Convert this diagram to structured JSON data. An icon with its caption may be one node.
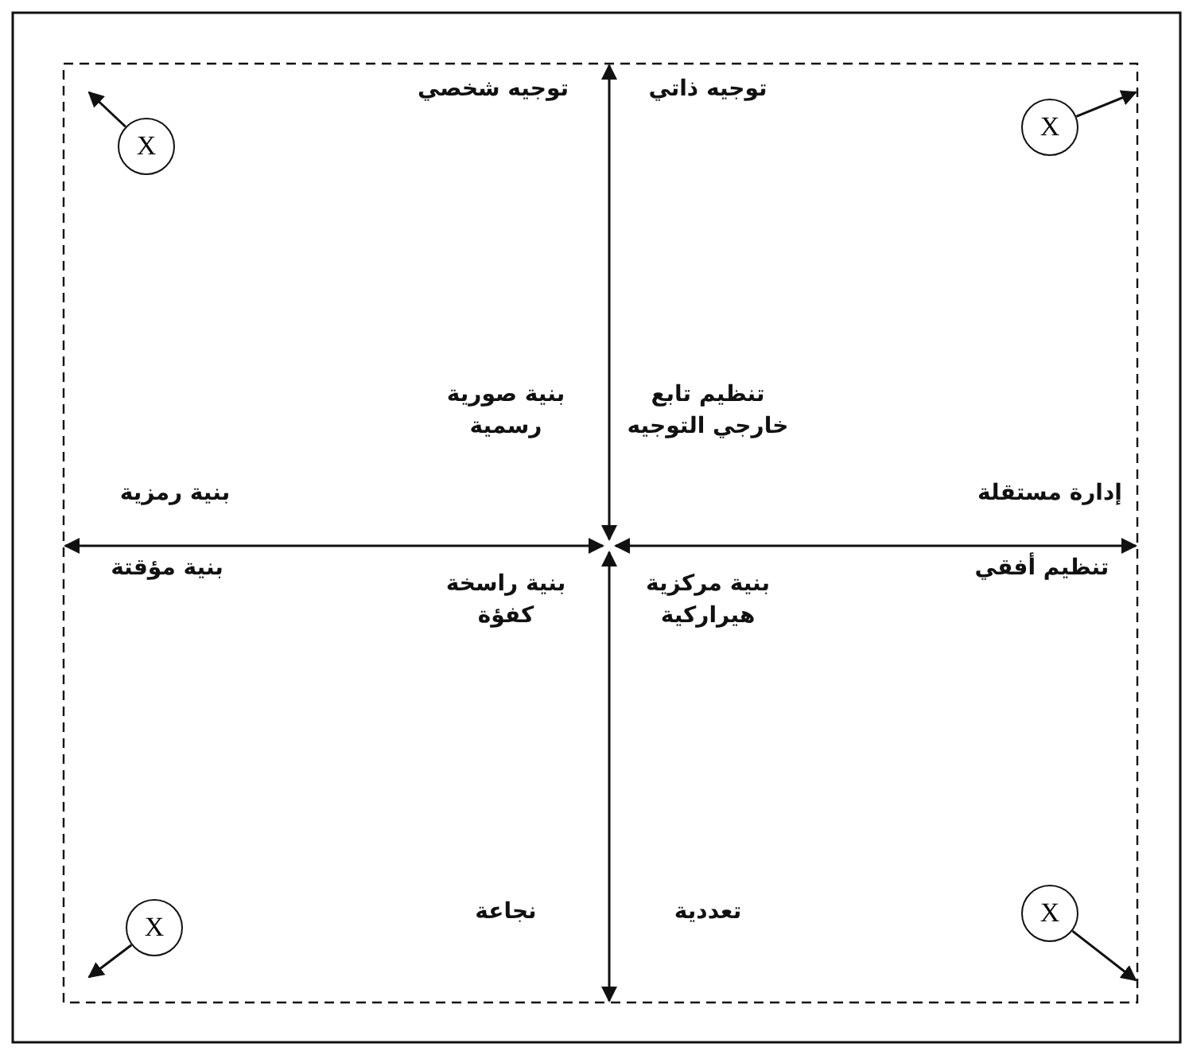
{
  "diagram": {
    "nodes": [
      {
        "text": [
          "X"
        ]
      },
      {
        "text": [
          "X"
        ]
      },
      {
        "text": [
          "X"
        ]
      },
      {
        "text": [
          "X"
        ]
      }
    ],
    "edges": [
      {
        "from": 0,
        "to": null,
        "arrow": "to"
      },
      {
        "from": 1,
        "to": null,
        "arrow": "to"
      },
      {
        "from": 2,
        "to": null,
        "arrow": "to"
      },
      {
        "from": 3,
        "to": null,
        "arrow": "to"
      }
    ],
    "labels": [
      "توجيه ذاتي",
      "توجيه شخصي",
      "تنظيم تابع خارجي التوجيه",
      "بنية صورية رسمية",
      "إدارة مستقلة",
      "بنية رمزية",
      "تنظيم أفقي",
      "بنية مؤقتة",
      "بنية مركزية هيراركية",
      "بنية راسخة كفؤة",
      "تعددية",
      "نجاعة"
    ]
  }
}
